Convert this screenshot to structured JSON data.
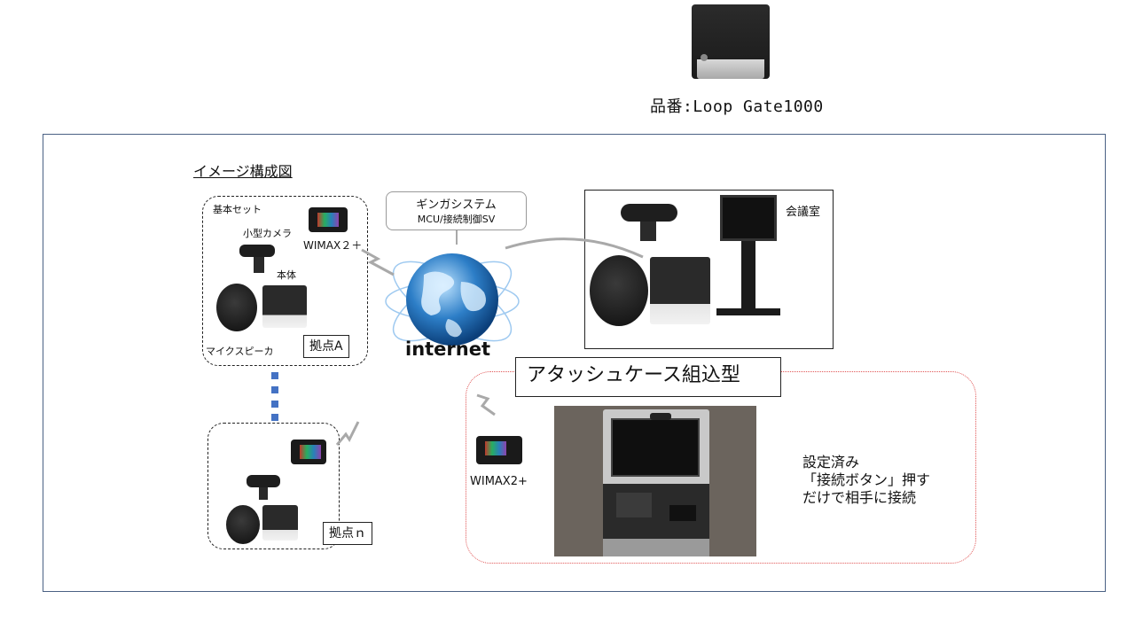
{
  "product": {
    "caption": "品番:Loop Gate1000"
  },
  "diagram": {
    "title": "イメージ構成図",
    "site_a": {
      "set_label": "基本セット",
      "camera_label": "小型カメラ",
      "router_label": "WIMAX２＋",
      "main_unit_label": "本体",
      "speaker_label": "マイクスピーカ",
      "tag": "拠点A"
    },
    "site_n": {
      "tag": "拠点ｎ"
    },
    "ginga": {
      "line1": "ギンガシステム",
      "line2": "MCU/接続制御SV"
    },
    "internet_label": "internet",
    "conference_room": {
      "label": "会議室"
    },
    "attache": {
      "title": "アタッシュケース組込型",
      "router_label": "WIMAX2+",
      "note_lines": [
        "設定済み",
        "「接続ボタン」押す",
        "だけで相手に接続"
      ]
    }
  }
}
